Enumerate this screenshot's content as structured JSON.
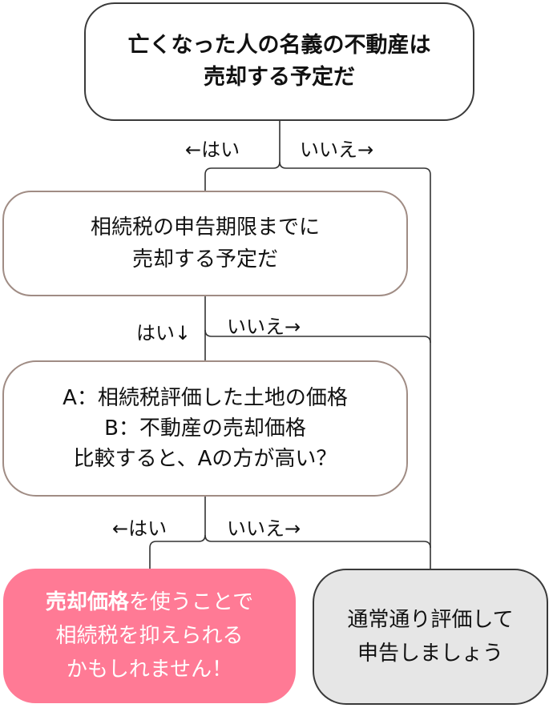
{
  "nodes": {
    "q1": {
      "lines": [
        "亡くなった人の名義の不動産は",
        "売却する予定だ"
      ]
    },
    "q2": {
      "lines": [
        "相続税の申告期限までに",
        "売却する予定だ"
      ]
    },
    "q3": {
      "lines": [
        "A：相続税評価した土地の価格",
        "B：不動産の売却価格",
        "比較すると、Aの方が高い？"
      ]
    },
    "r1": {
      "line1_em": "売却価格",
      "line1_rest": "を使うことで",
      "line2": "相続税を抑えられる",
      "line3": "かもしれません！"
    },
    "r2": {
      "lines": [
        "通常通り評価して",
        "申告しましょう"
      ]
    }
  },
  "labels": {
    "q1_yes": "←はい",
    "q1_no": "いいえ→",
    "q2_yes": "はい↓",
    "q2_no": "いいえ→",
    "q3_yes": "←はい",
    "q3_no": "いいえ→"
  },
  "colors": {
    "result_highlight": "#ff7a95",
    "result_neutral": "#e6e6e6",
    "question_border": "#a08c84",
    "connector": "#333333"
  }
}
